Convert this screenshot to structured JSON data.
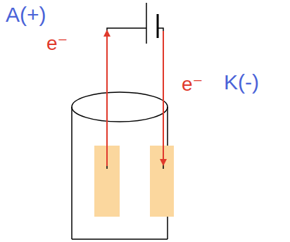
{
  "diagram": {
    "labels": [
      "A(+)",
      "e⁻",
      "e⁻",
      "K(-)"
    ]
  }
}
